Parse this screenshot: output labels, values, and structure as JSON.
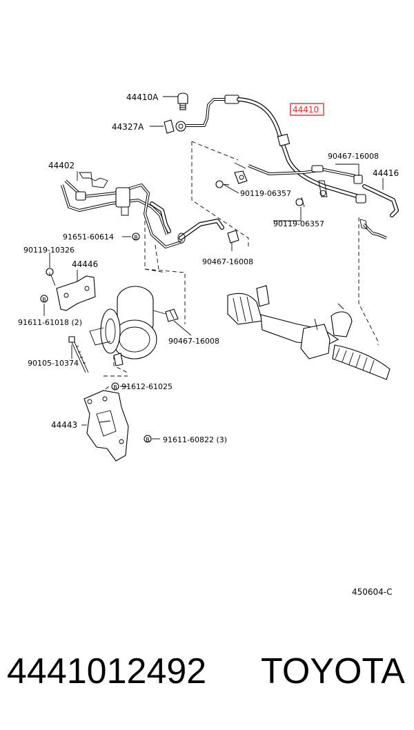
{
  "labels": {
    "l_44410A": "44410A",
    "l_44327A": "44327A",
    "l_44410": "44410",
    "l_44402": "44402",
    "l_90467_top": "90467-16008",
    "l_44416": "44416",
    "l_90119_06357_a": "90119-06357",
    "l_90119_06357_b": "90119-06357",
    "l_91651": "91651-60614",
    "l_90467_mid": "90467-16008",
    "l_90119_10326": "90119-10326",
    "l_44446": "44446",
    "l_91611_61018": "91611-61018 (2)",
    "l_90467_low": "90467-16008",
    "l_90105": "90105-10374",
    "l_91612": "91612-61025",
    "l_44443": "44443",
    "l_91611_60822": "91611-60822 (3)"
  },
  "badge_letter": "B",
  "highlight_color": "#e0302a",
  "diagram_code": "450604-C",
  "footer": {
    "part_number": "4441012492",
    "brand": "TOYOTA"
  }
}
